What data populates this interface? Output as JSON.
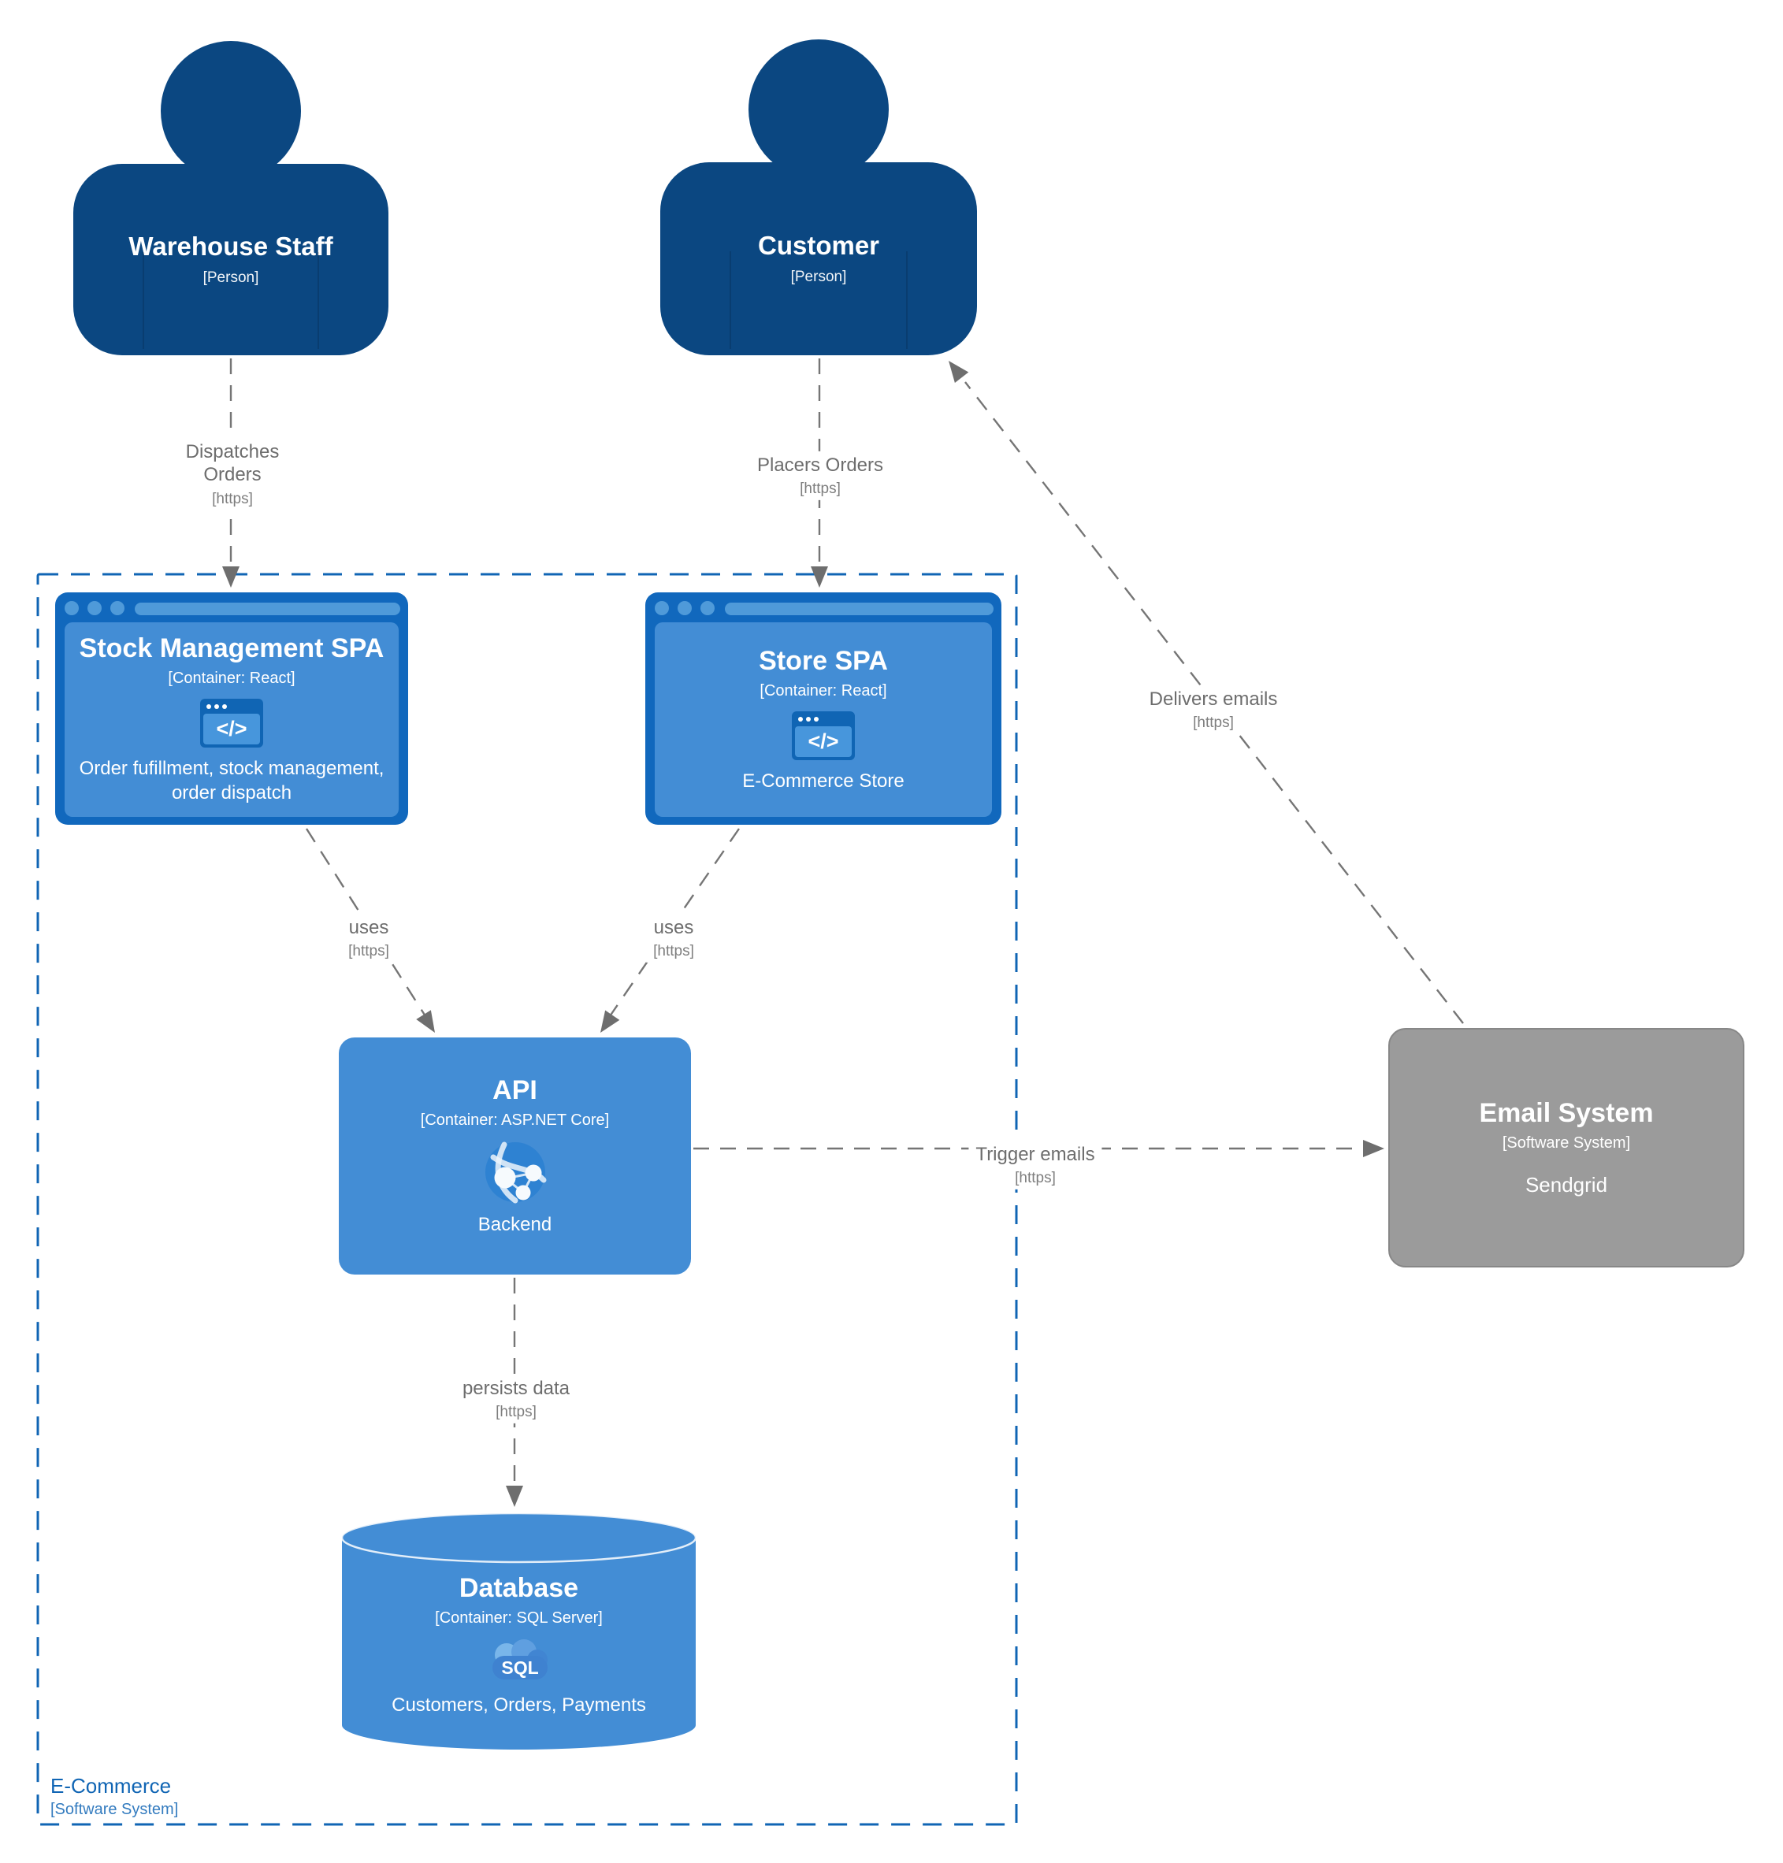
{
  "colors": {
    "person": "#0b4781",
    "container_fill": "#438dd5",
    "container_frame": "#1168bd",
    "chrome_accent": "#4f9ad9",
    "external_fill": "#9b9b9b",
    "boundary": "#1065b4",
    "edge_line": "#757575",
    "edge_label": "#6d6d6d"
  },
  "people": {
    "warehouse": {
      "name": "Warehouse Staff",
      "meta": "[Person]"
    },
    "customer": {
      "name": "Customer",
      "meta": "[Person]"
    }
  },
  "containers": {
    "stock_spa": {
      "name": "Stock Management SPA",
      "meta": "[Container: React]",
      "desc": "Order fufillment, stock management, order dispatch"
    },
    "store_spa": {
      "name": "Store SPA",
      "meta": "[Container: React]",
      "desc": "E-Commerce Store"
    },
    "api": {
      "name": "API",
      "meta": "[Container: ASP.NET Core]",
      "desc": "Backend"
    },
    "database": {
      "name": "Database",
      "meta": "[Container: SQL Server]",
      "desc": "Customers, Orders, Payments"
    }
  },
  "external": {
    "email": {
      "name": "Email System",
      "meta": "[Software System]",
      "desc": "Sendgrid"
    }
  },
  "boundary": {
    "name": "E-Commerce",
    "meta": "[Software System]"
  },
  "edges": {
    "dispatches": {
      "label": "Dispatches\nOrders",
      "tech": "[https]"
    },
    "places": {
      "label": "Placers Orders",
      "tech": "[https]"
    },
    "uses_left": {
      "label": "uses",
      "tech": "[https]"
    },
    "uses_right": {
      "label": "uses",
      "tech": "[https]"
    },
    "trigger": {
      "label": "Trigger emails",
      "tech": "[https]"
    },
    "delivers": {
      "label": "Delivers emails",
      "tech": "[https]"
    },
    "persists": {
      "label": "persists data",
      "tech": "[https]"
    }
  },
  "icons": {
    "code": "</>",
    "sql": "SQL"
  }
}
